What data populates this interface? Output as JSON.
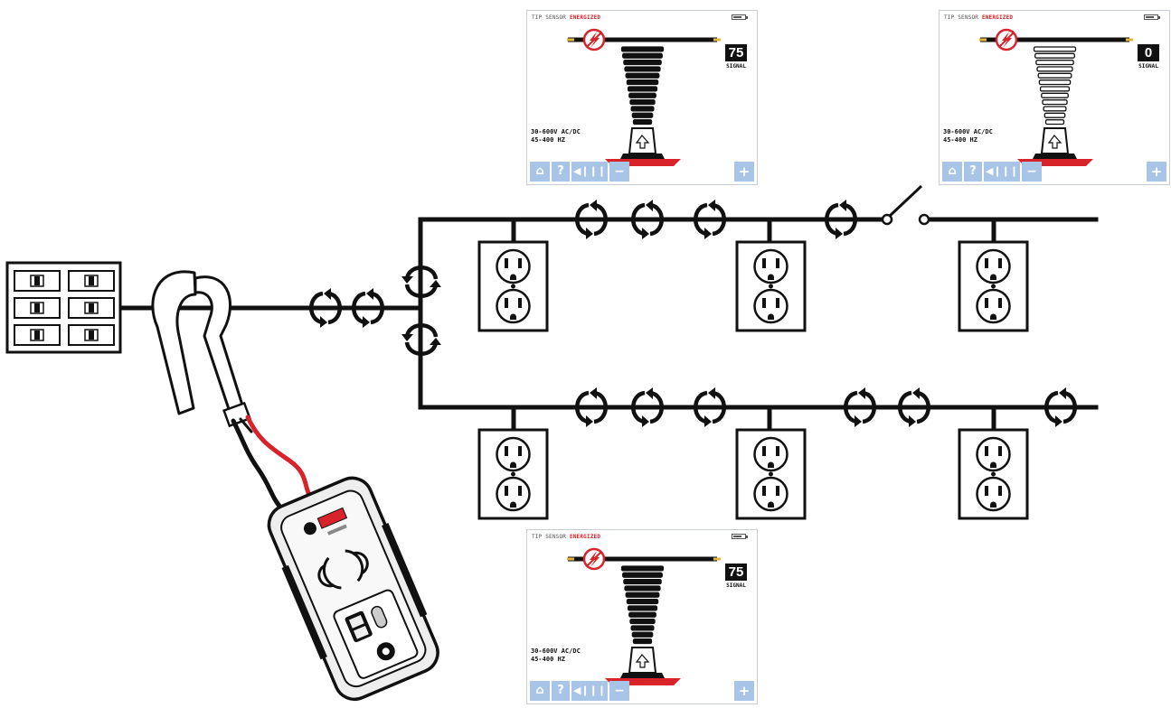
{
  "screens": [
    {
      "header": "TIP SENSOR",
      "status": "ENERGIZED",
      "value": "75",
      "value_label": "SIGNAL",
      "voltage": "30-600V AC/DC",
      "frequency": "45-400 HZ",
      "signal_fill": 0.75,
      "buttons": {
        "home": "⌂",
        "help": "?",
        "volume": "◀❙❙❙",
        "minus": "−",
        "plus": "+"
      }
    },
    {
      "header": "TIP SENSOR",
      "status": "ENERGIZED",
      "value": "0",
      "value_label": "SIGNAL",
      "voltage": "30-600V AC/DC",
      "frequency": "45-400 HZ",
      "signal_fill": 0.0,
      "buttons": {
        "home": "⌂",
        "help": "?",
        "volume": "◀❙❙❙",
        "minus": "−",
        "plus": "+"
      }
    },
    {
      "header": "TIP SENSOR",
      "status": "ENERGIZED",
      "value": "75",
      "value_label": "SIGNAL",
      "voltage": "30-600V AC/DC",
      "frequency": "45-400 HZ",
      "signal_fill": 0.75,
      "buttons": {
        "home": "⌂",
        "help": "?",
        "volume": "◀❙❙❙",
        "minus": "−",
        "plus": "+"
      }
    }
  ],
  "colors": {
    "line": "#111111",
    "accent": "#d8232a",
    "button": "#a8c5e8",
    "probe_tip": "#e0b93c"
  },
  "icons": [
    "breaker-panel-icon",
    "current-clamp-icon",
    "transmitter-icon",
    "signal-arrow-icon",
    "outlet-icon",
    "switch-icon",
    "lightning-icon",
    "probe-icon"
  ]
}
